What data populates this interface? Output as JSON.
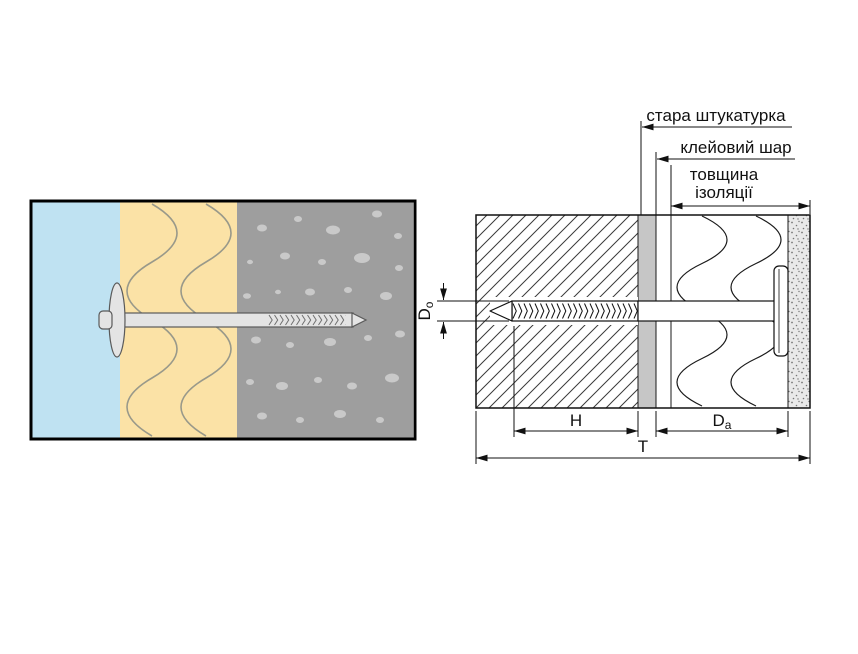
{
  "callouts": {
    "old_plaster": "стара штукатурка",
    "adhesive_layer": "клейовий шар",
    "insulation_thickness_line1": "товщина",
    "insulation_thickness_line2": "ізоляції"
  },
  "dimensions": {
    "bore_diameter_main": "D",
    "bore_diameter_sub": "o",
    "anchoring_depth": "H",
    "insulation_zone_main": "D",
    "insulation_zone_sub": "a",
    "total_length": "T"
  },
  "colors": {
    "finish_layer": "#bfe2f2",
    "insulation_layer": "#fbe2a6",
    "wall_layer": "#9e9e9e",
    "speckle": "#c9c9c9",
    "plaster_strip": "#c6c6c6",
    "adhesive_strip": "#ffffff",
    "stipple_background": "#e9e9e9",
    "line": "#111111",
    "fastener_fill": "#e4e4e4",
    "fastener_stroke": "#5a5a5a"
  }
}
